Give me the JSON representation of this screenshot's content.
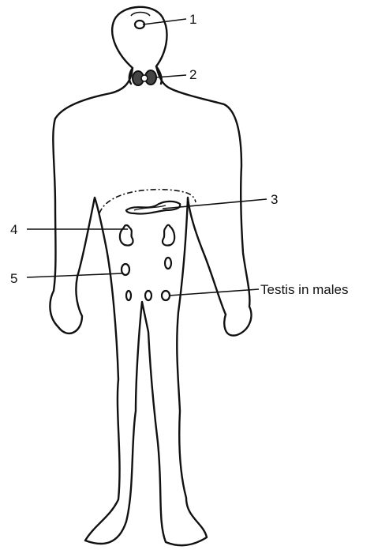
{
  "labels": {
    "pituitary": "1",
    "thyroid": "2",
    "pancreas": "3",
    "adrenal": "4",
    "ovary": "5",
    "testis": "Testis in males"
  }
}
